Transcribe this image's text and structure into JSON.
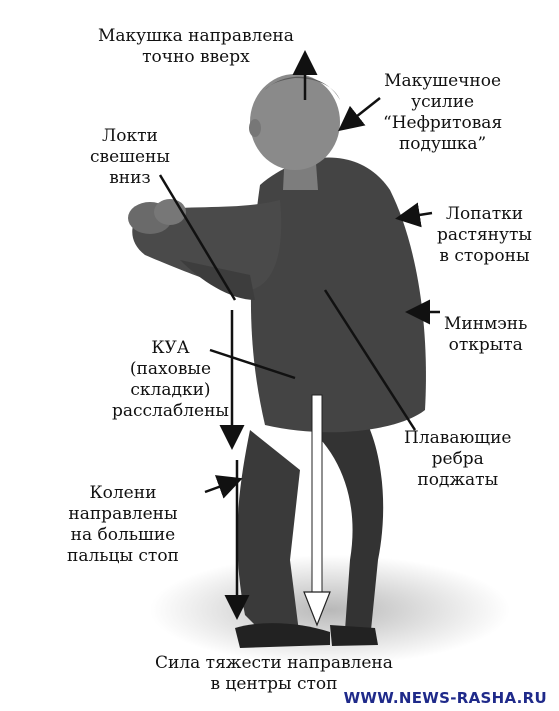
{
  "labels": {
    "crown_up": [
      "Макушка направлена",
      "точно  вверх"
    ],
    "crown_effort": [
      "Макушечное",
      "усилие",
      "“Нефритовая",
      "подушка”"
    ],
    "elbows": [
      "Локти",
      "свешены",
      "вниз"
    ],
    "shoulder_blades": [
      "Лопатки",
      "растянуты",
      "в стороны"
    ],
    "mingmen": [
      "Минмэнь",
      "открыта"
    ],
    "kua": [
      "КУА",
      "(паховые",
      "складки)",
      "расслаблены"
    ],
    "floating_ribs": [
      "Плавающие",
      "ребра",
      "поджаты"
    ],
    "knees": [
      "Колени",
      "направлены",
      "на большие",
      "пальцы стоп"
    ],
    "gravity": [
      "Сила тяжести направлена",
      "в центры стоп"
    ]
  },
  "watermark": "WWW.NEWS-RASHA.RU",
  "colors": {
    "ink": "#111111",
    "watermark": "#1f2a8a",
    "gravity_arrow_fill": "#ffffff"
  }
}
